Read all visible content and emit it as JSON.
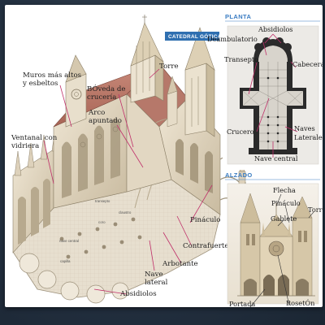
{
  "header_tag": "CATEDRAL GÓTICA",
  "plan": {
    "title": "PLANTA",
    "labels": {
      "absidiolos": "Absidiolos",
      "deambulatorio": "Deambulatorio",
      "transepto": "Transepto",
      "cabecera": "Cabecera",
      "crucero": "Crucero",
      "naves_laterales_1": "Naves",
      "naves_laterales_2": "Laterales",
      "nave_central": "Nave central"
    }
  },
  "elevation": {
    "title": "ALZADO",
    "labels": {
      "flecha": "Flecha",
      "pinaculo": "Pináculo",
      "gablete": "Gablete",
      "torre": "Torre",
      "portada": "Portada",
      "roseton": "RosetÓn"
    }
  },
  "main": {
    "labels": {
      "muros_1": "Muros más altos",
      "muros_2": "y esbeltos",
      "torre": "Torre",
      "boveda_1": "BÓveda de",
      "boveda_2": "crucería",
      "arco_1": "Arco",
      "arco_2": "apuntado",
      "ventanal_1": "Ventanal con",
      "ventanal_2": "vidriera",
      "pinaculo": "Pináculo",
      "contrafuerte": "Contrafuerte",
      "arbotante": "Arbotante",
      "nave_lateral_1": "Nave",
      "nave_lateral_2": "lateral",
      "absidiolos": "Absidiolos"
    },
    "floor_labels": {
      "transepto": "transepto",
      "claustro": "claustro",
      "coro": "coro",
      "nave_central": "nave central",
      "capilla": "capilla"
    }
  },
  "colors": {
    "section_title": "#3a7cc2",
    "tag_bg": "#2f6fb0",
    "leader": "#c0306a",
    "stone": "#d9cdb8"
  }
}
